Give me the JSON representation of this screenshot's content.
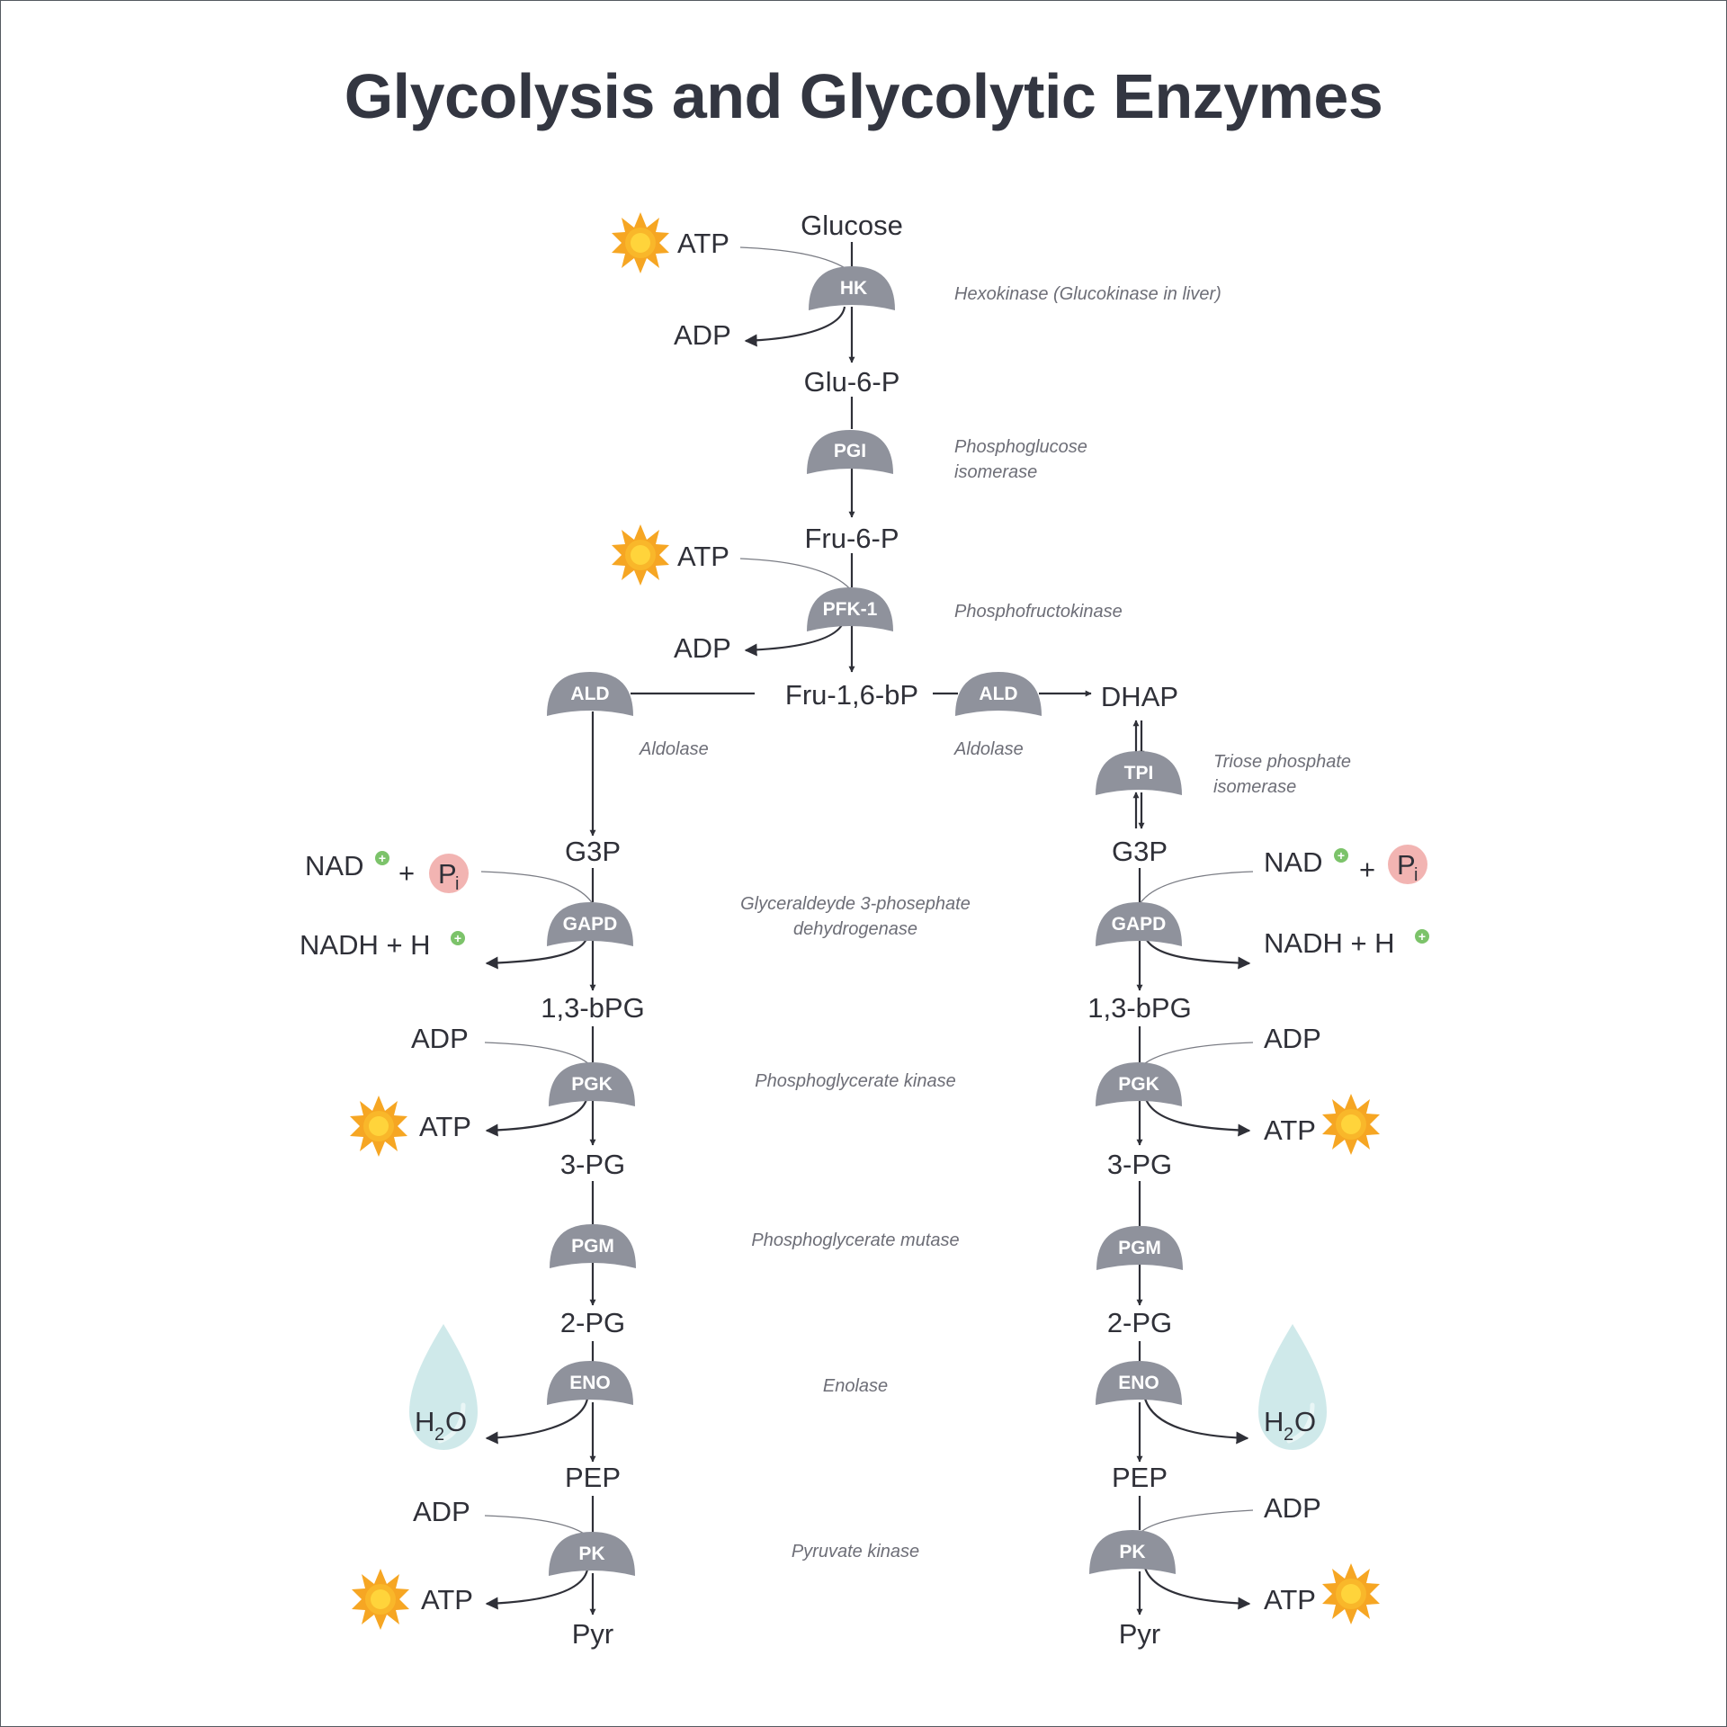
{
  "title": "Glycolysis and Glycolytic Enzymes",
  "colors": {
    "enzyme_fill": "#8f929c",
    "text": "#2f3038",
    "enzyme_name": "#6d6e77",
    "atp_star": "#f6a623",
    "atp_star_core": "#ffd43b",
    "water_drop": "#cfe9ea",
    "phosphate_circle": "#f2b4b2",
    "charge_dot": "#7cc36a"
  },
  "metabolites": {
    "glucose": "Glucose",
    "glu6p": "Glu-6-P",
    "fru6p": "Fru-6-P",
    "fru16bp": "Fru-1,6-bP",
    "dhap": "DHAP",
    "g3p": "G3P",
    "bpg13": "1,3-bPG",
    "pg3": "3-PG",
    "pg2": "2-PG",
    "pep": "PEP",
    "pyr": "Pyr"
  },
  "cofactors": {
    "atp": "ATP",
    "adp": "ADP",
    "nad": "NAD",
    "plus": "+",
    "p": "P",
    "p_sub": "i",
    "nadh_h": "NADH + H",
    "h": "H",
    "o": "O",
    "two": "2",
    "charge": "+"
  },
  "enzymes": {
    "hk": "HK",
    "pgi": "PGI",
    "pfk1": "PFK-1",
    "ald": "ALD",
    "tpi": "TPI",
    "gapd": "GAPD",
    "pgk": "PGK",
    "pgm": "PGM",
    "eno": "ENO",
    "pk": "PK"
  },
  "enzyme_names": {
    "hexokinase": "Hexokinase (Glucokinase in liver)",
    "pgi_line1": "Phosphoglucose",
    "pgi_line2": "isomerase",
    "phosphofructokinase": "Phosphofructokinase",
    "aldolase": "Aldolase",
    "tpi_line1": "Triose phosphate",
    "tpi_line2": "isomerase",
    "gapd_line1": "Glyceraldeyde 3-phosephate",
    "gapd_line2": "dehydrogenase",
    "phosphoglycerate_kinase": "Phosphoglycerate kinase",
    "phosphoglycerate_mutase": "Phosphoglycerate mutase",
    "enolase": "Enolase",
    "pyruvate_kinase": "Pyruvate kinase"
  }
}
